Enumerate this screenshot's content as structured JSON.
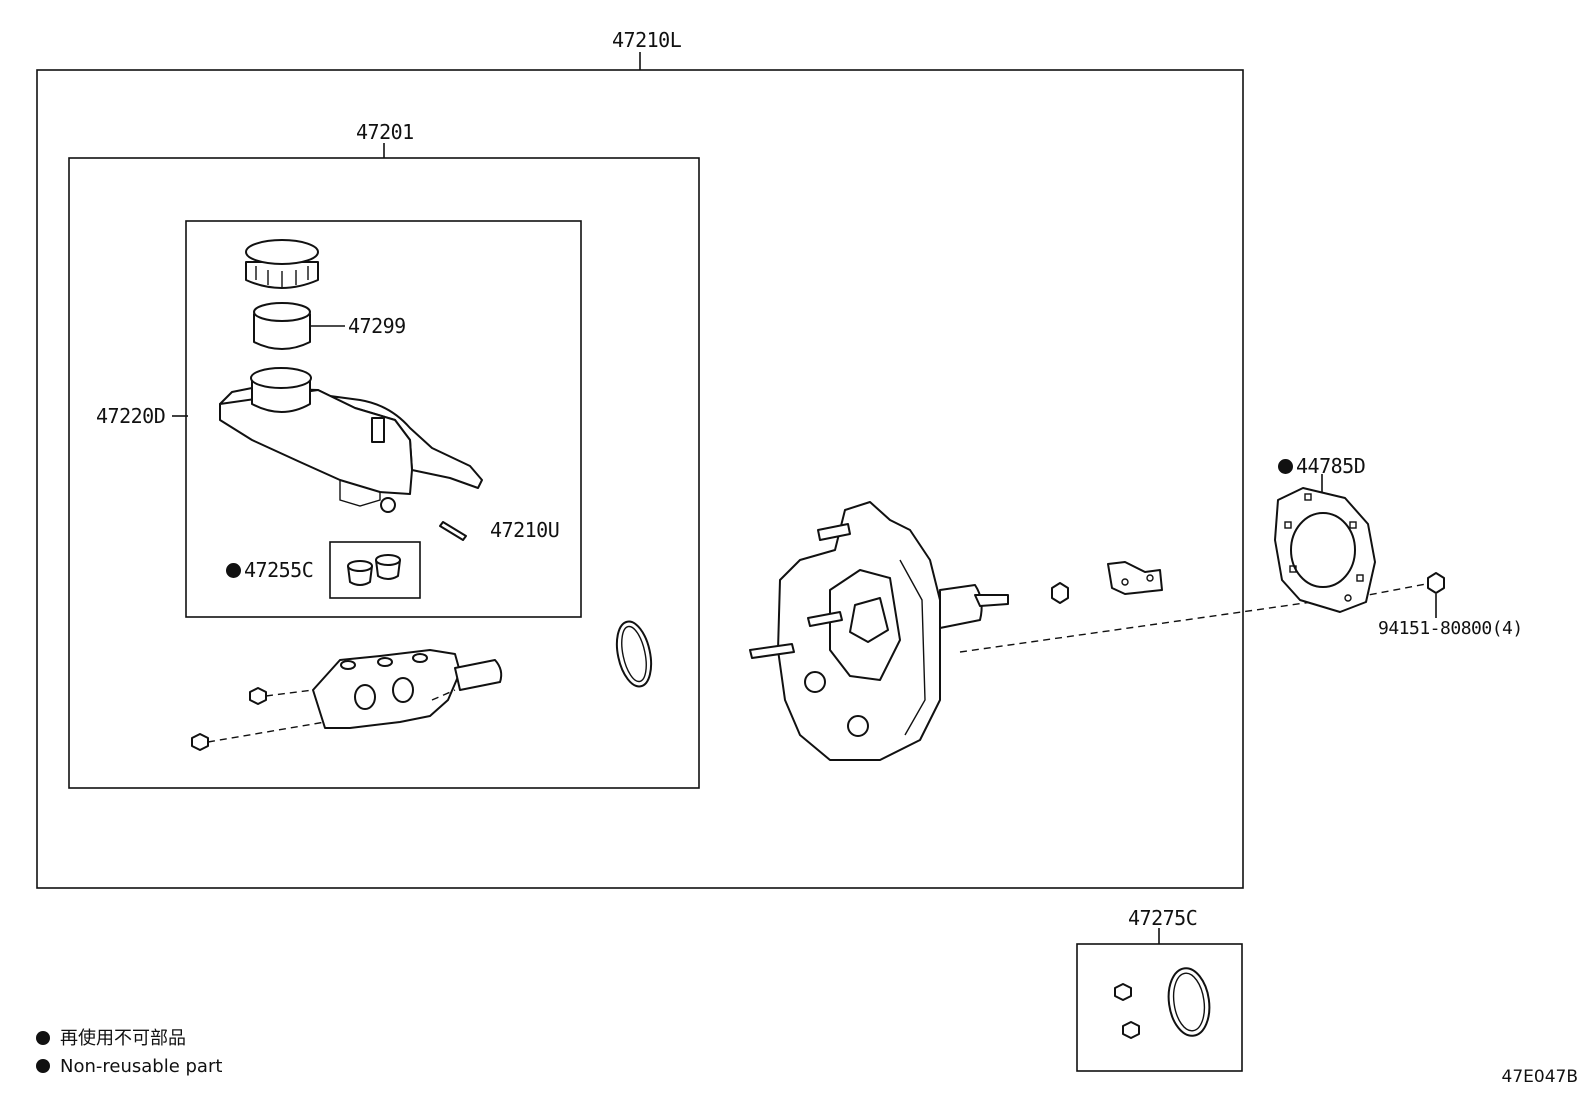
{
  "labels": {
    "assembly_top": "47210L",
    "master_cylinder": "47201",
    "cap_ring": "47299",
    "reservoir": "47220D",
    "reservoir_pin": "47210U",
    "grommet_kit": "47255C",
    "gasket": "44785D",
    "nut": "94151-80800(4)",
    "repair_kit": "47275C"
  },
  "non_reusable": [
    "grommet_kit",
    "gasket"
  ],
  "legend": {
    "line_ja": "再使用不可部品",
    "line_en": "Non-reusable part"
  },
  "diagram_code": "47E047B",
  "icons": [
    "reservoir-cap-icon",
    "cap-ring-icon",
    "reservoir-tank-icon",
    "pin-icon",
    "grommet-icon",
    "master-cylinder-body-icon",
    "nut-icon",
    "o-ring-icon",
    "brake-booster-icon",
    "bracket-icon",
    "gasket-icon"
  ]
}
